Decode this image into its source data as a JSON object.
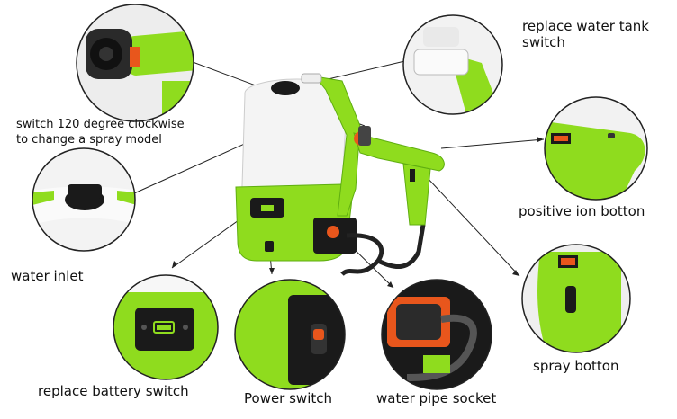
{
  "labels": {
    "mode_switch": "switch 120 degree clockwise\nto change a spray model",
    "water_tank_switch": "replace water tank\nswitch",
    "ion_button": "positive ion botton",
    "water_inlet": "water inlet",
    "battery_switch": "replace battery switch",
    "power_switch": "Power switch",
    "pipe_socket": "water pipe socket",
    "spray_button": "spray botton"
  },
  "colors": {
    "body_green": "#8fdc1e",
    "dark_green": "#5fae10",
    "tank_white": "#f4f4f4",
    "black": "#1a1a1a",
    "orange": "#e8561c"
  }
}
